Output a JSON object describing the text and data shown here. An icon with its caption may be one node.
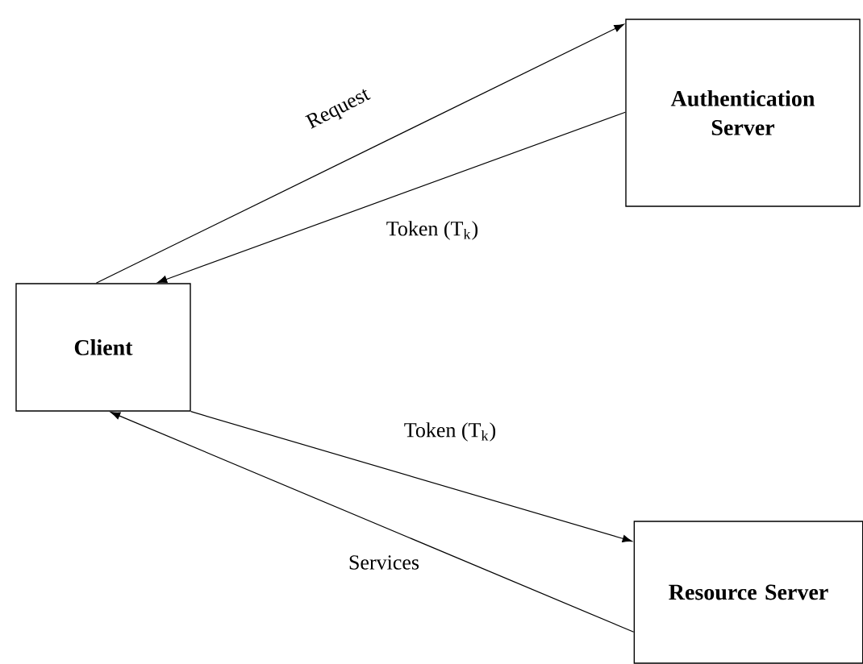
{
  "diagram": {
    "nodes": [
      {
        "text": [
          "Client"
        ]
      },
      {
        "text": [
          "Authentication Server"
        ]
      },
      {
        "text": [
          "Resource Server"
        ]
      }
    ],
    "edges": [
      {
        "from": 0,
        "to": 1,
        "arrow": "to",
        "label": "Request"
      },
      {
        "from": 1,
        "to": 0,
        "arrow": "to",
        "label": "Token (T$_{k}$)"
      },
      {
        "from": 0,
        "to": 2,
        "arrow": "to",
        "label": "Token (T$_{k}$)"
      },
      {
        "from": 2,
        "to": 0,
        "arrow": "to",
        "label": "Services"
      }
    ]
  }
}
